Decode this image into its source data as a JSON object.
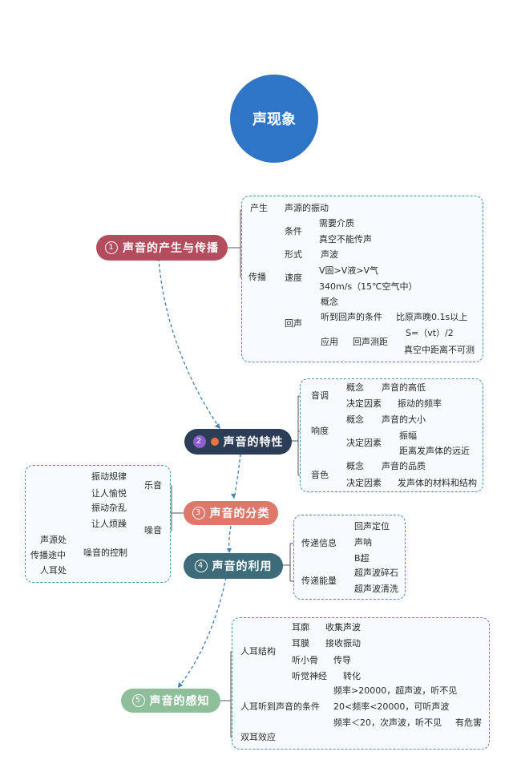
{
  "root": "声现象",
  "b1": {
    "num": "1",
    "label": "声音的产生与传播",
    "chansheng": "产生",
    "chansheng_v": "声源的振动",
    "chuanbo": "传播",
    "tiaojian": "条件",
    "tj1": "需要介质",
    "tj2": "真空不能传声",
    "xingshi": "形式",
    "xingshi_v": "声波",
    "sudu": "速度",
    "sd1": "V固>V液>V气",
    "sd2": "340m/s（15℃空气中）",
    "huisheng": "回声",
    "gainian": "概念",
    "tingdao": "听到回声的条件",
    "tingdao_v": "比原声晚0.1s以上",
    "yingyong": "应用",
    "cesheng": "回声测距",
    "cs1": "S=（vt）/2",
    "cs2": "真空中距离不可测"
  },
  "b2": {
    "num": "2",
    "label": "声音的特性",
    "yindiao": "音调",
    "yd_gn": "概念",
    "yd_gn_v": "声音的高低",
    "yd_js": "决定因素",
    "yd_js_v": "振动的频率",
    "xiangdu": "响度",
    "xd_gn": "概念",
    "xd_gn_v": "声音的大小",
    "xd_js": "决定因素",
    "xd_js1": "振幅",
    "xd_js2": "距离发声体的远近",
    "yinse": "音色",
    "ys_gn": "概念",
    "ys_gn_v": "声音的品质",
    "ys_js": "决定因素",
    "ys_js_v": "发声体的材料和结构"
  },
  "b3": {
    "num": "3",
    "label": "声音的分类",
    "yueyin": "乐音",
    "yy1": "振动规律",
    "yy2": "让人愉悦",
    "zaoyin": "噪音",
    "zy1": "振动杂乱",
    "zy2": "让人烦躁",
    "kongzhi": "噪音的控制",
    "kz1": "声源处",
    "kz2": "传播途中",
    "kz3": "人耳处"
  },
  "b4": {
    "num": "4",
    "label": "声音的利用",
    "xinxi": "传递信息",
    "xx1": "回声定位",
    "xx2": "声呐",
    "xx3": "B超",
    "nengliang": "传递能量",
    "nl1": "超声波碎石",
    "nl2": "超声波清洗"
  },
  "b5": {
    "num": "5",
    "label": "声音的感知",
    "jiegou": "人耳结构",
    "erkuo": "耳廓",
    "erkuo_v": "收集声波",
    "ermo": "耳膜",
    "ermo_v": "接收振动",
    "xiaogu": "听小骨",
    "xiaogu_v": "传导",
    "shenjing": "听觉神经",
    "shenjing_v": "转化",
    "tiaojian": "人耳听到声音的条件",
    "tj1": "频率>20000，超声波，听不见",
    "tj2": "20<频率<20000，可听声波",
    "tj3": "频率＜20，次声波，听不见",
    "youweihai": "有危害",
    "shuanger": "双耳效应"
  },
  "colors": {
    "b1": "#b34d5e",
    "b2": "#2c3e57",
    "b3": "#e0776b",
    "b4": "#3d6b7a",
    "b5": "#8fbf9a",
    "root": "#2e76c5",
    "box": "#4a93a8"
  }
}
